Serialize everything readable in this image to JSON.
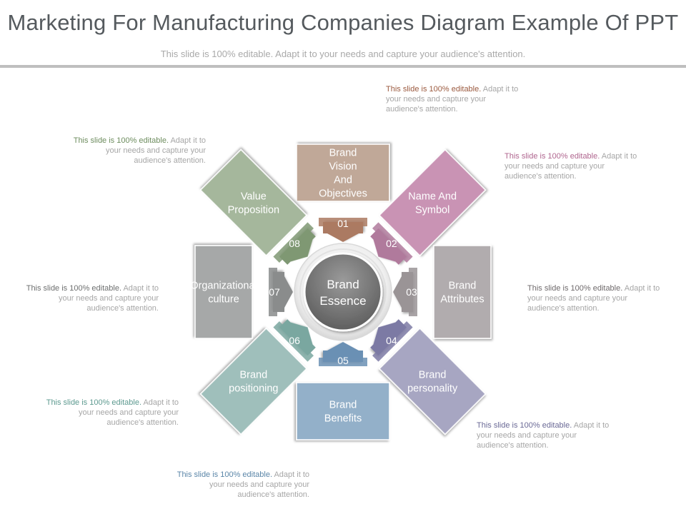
{
  "title": "Marketing For Manufacturing Companies Diagram Example Of PPT",
  "subtitle": "This slide is 100% editable. Adapt it to your needs and capture your audience's attention.",
  "center": {
    "label_line1": "Brand",
    "label_line2": "Essence"
  },
  "segments": [
    {
      "number": "01",
      "lines": [
        "Brand",
        "Vision",
        "And",
        "Objectives"
      ],
      "color": "#c0a898",
      "tab_color": "#ab7a62"
    },
    {
      "number": "02",
      "lines": [
        "Name And",
        "Symbol"
      ],
      "color": "#c993b4",
      "tab_color": "#b07a9c"
    },
    {
      "number": "03",
      "lines": [
        "Brand",
        "Attributes"
      ],
      "color": "#b1acae",
      "tab_color": "#9a9496"
    },
    {
      "number": "04",
      "lines": [
        "Brand",
        "personality"
      ],
      "color": "#a7a6c2",
      "tab_color": "#7c7aa4"
    },
    {
      "number": "05",
      "lines": [
        "Brand",
        "Benefits"
      ],
      "color": "#93b0c9",
      "tab_color": "#6b90b4"
    },
    {
      "number": "06",
      "lines": [
        "Brand",
        "positioning"
      ],
      "color": "#9fbfbb",
      "tab_color": "#7aa7a0"
    },
    {
      "number": "07",
      "lines": [
        "Organizational",
        "culture"
      ],
      "color": "#a6a8a8",
      "tab_color": "#8a8c8c"
    },
    {
      "number": "08",
      "lines": [
        "Value",
        "Proposition"
      ],
      "color": "#a5b79c",
      "tab_color": "#7f9873"
    }
  ],
  "notes": [
    {
      "highlight": "This slide is 100% editable.",
      "rest": " Adapt it to your needs and capture your audience's attention.",
      "color": "#9b5a3f"
    },
    {
      "highlight": "This slide is 100% editable.",
      "rest": " Adapt it to your needs and capture your audience's attention.",
      "color": "#b0668f"
    },
    {
      "highlight": "This slide is 100% editable.",
      "rest": " Adapt it to your needs and capture your audience's attention.",
      "color": "#6f6a6c"
    },
    {
      "highlight": "This slide is 100% editable.",
      "rest": " Adapt it to your needs and capture your audience's attention.",
      "color": "#6b6a96"
    },
    {
      "highlight": "This slide is 100% editable.",
      "rest": " Adapt it to your needs and capture your audience's attention.",
      "color": "#5b86a8"
    },
    {
      "highlight": "This slide is 100% editable.",
      "rest": " Adapt it to your needs and capture your audience's attention.",
      "color": "#5e9a90"
    },
    {
      "highlight": "This slide is 100% editable.",
      "rest": " Adapt it to your needs and capture your audience's attention.",
      "color": "#6d6f6f"
    },
    {
      "highlight": "This slide is 100% editable.",
      "rest": " Adapt it to your needs and capture your audience's attention.",
      "color": "#6e8d5f"
    }
  ]
}
